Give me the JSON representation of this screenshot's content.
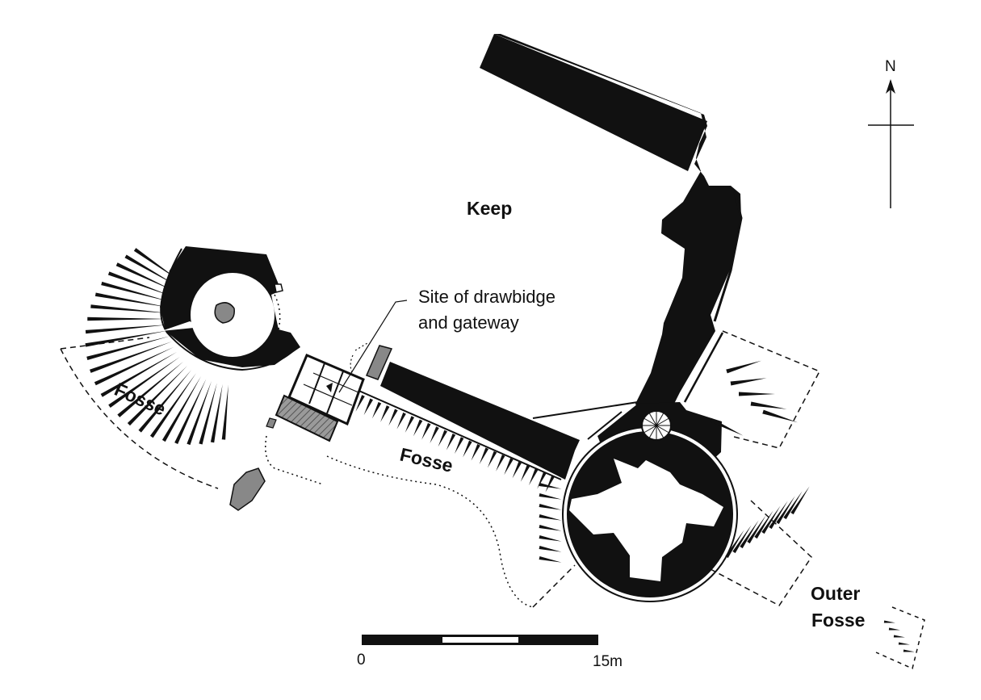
{
  "labels": {
    "keep": "Keep",
    "fosse_west": "Fosse",
    "fosse_south": "Fosse",
    "outer_fosse_line1": "Outer",
    "outer_fosse_line2": "Fosse",
    "drawbridge_line1": "Site of drawbidge",
    "drawbridge_line2": "and gateway"
  },
  "north_arrow": {
    "label": "N"
  },
  "scale_bar": {
    "min_label": "0",
    "max_label": "15m"
  },
  "colors": {
    "wall": "#111111",
    "stone": "#888888",
    "paper": "#ffffff"
  }
}
